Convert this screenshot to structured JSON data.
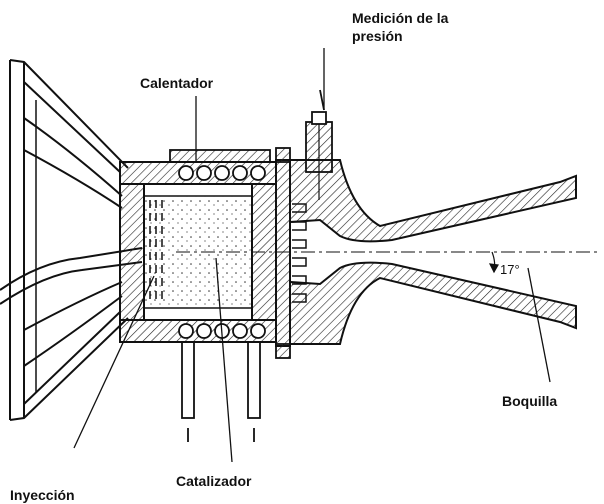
{
  "labels": {
    "pressure_line1": "Medición de la",
    "pressure_line2": "presión",
    "heater": "Calentador",
    "nozzle": "Boquilla",
    "catalyst": "Catalizador",
    "injection": "Inyección",
    "angle": "17°"
  }
}
